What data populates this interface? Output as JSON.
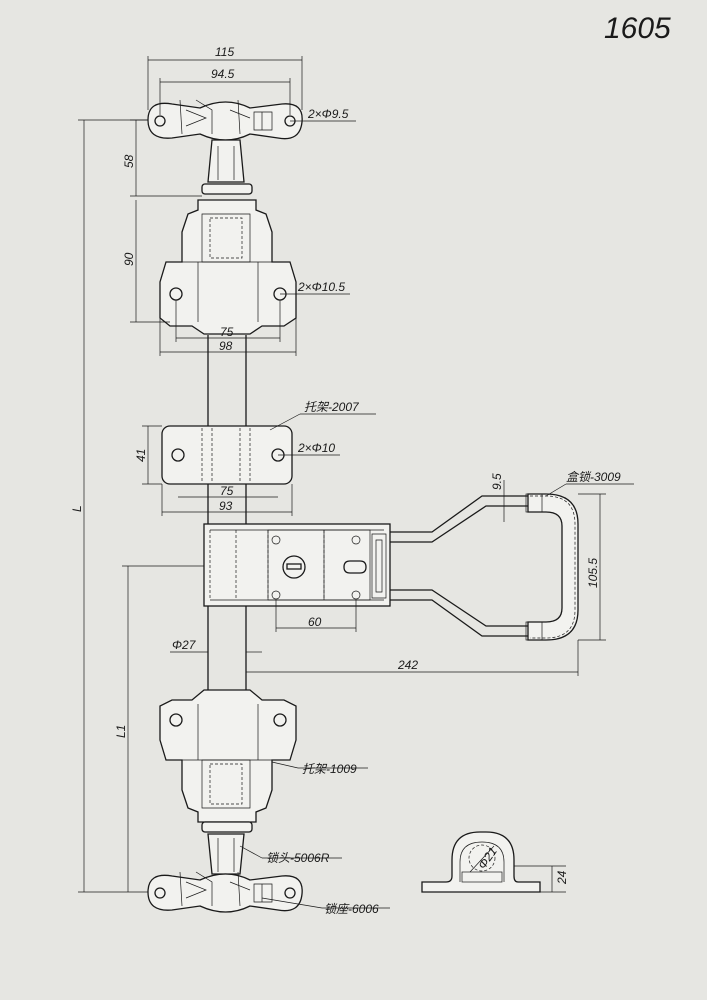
{
  "drawing_number": "1605",
  "dimensions": {
    "d115": "115",
    "d94_5": "94.5",
    "d2x9_5": "2×Φ9.5",
    "d58": "58",
    "d90": "90",
    "d2x10_5": "2×Φ10.5",
    "d75a": "75",
    "d98": "98",
    "d41": "41",
    "d2x10": "2×Φ10",
    "d75b": "75",
    "d93": "93",
    "dL": "L",
    "d9_5": "9.5",
    "d105_5": "105.5",
    "d60": "60",
    "d27": "Φ27",
    "d242": "242",
    "dL1": "L1",
    "d21": "Φ21",
    "d24": "24"
  },
  "labels": {
    "bracket_upper": "托架-2007",
    "box_lock": "盒锁-3009",
    "bracket_lower": "托架-1009",
    "lock_head": "锁头-5006R",
    "lock_seat": "锁座-6006"
  }
}
